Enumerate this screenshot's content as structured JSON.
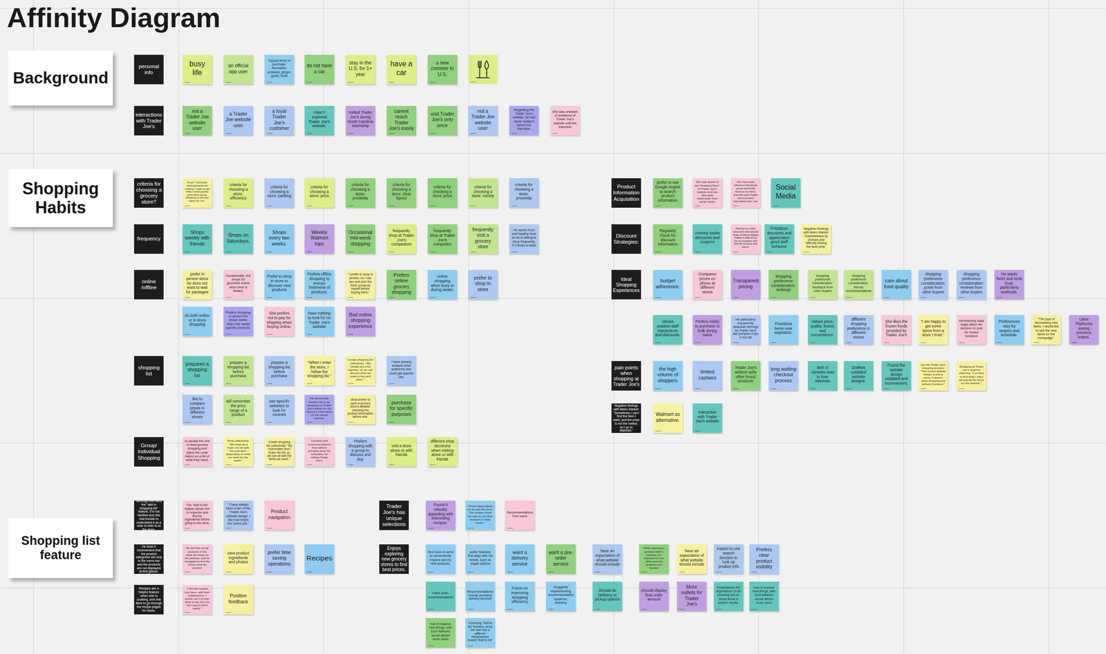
{
  "diagram": {
    "title": "Affinity Diagram",
    "nodes": [
      {
        "text": [
          "Background"
        ]
      },
      {
        "text": [
          "personal info"
        ]
      },
      {
        "text": [
          "busy life"
        ]
      },
      {
        "text": [
          "an official app user"
        ]
      },
      {
        "text": [
          "Typical items to purchase: Avocados, potatoes, ginger, garlic, fruits"
        ]
      },
      {
        "text": [
          "do not have a car"
        ]
      },
      {
        "text": [
          "stay in the U.S. for 1+ year"
        ]
      },
      {
        "text": [
          "have a car"
        ]
      },
      {
        "text": [
          "a new commer to U.S."
        ]
      },
      {
        "text": [
          "interactions with Trader Joe's"
        ]
      },
      {
        "text": [
          "not a Trader Joe website user"
        ]
      },
      {
        "text": [
          "a Trader Joe website user"
        ]
      },
      {
        "text": [
          "a loyal Trader Joe's customer"
        ]
      },
      {
        "text": [
          "Hasn't explored Trader Joe's website."
        ]
      },
      {
        "text": [
          "Visited Trader Joe's during North Carolina internship"
        ]
      },
      {
        "text": [
          "cannot reach Trader Joe's easily"
        ]
      },
      {
        "text": [
          "visit Trader Joe's only once"
        ]
      },
      {
        "text": [
          "not a Trader Joe website user"
        ]
      },
      {
        "text": [
          "Regarding the Trader Joe's website, he had never visited it before the interview."
        ]
      },
      {
        "text": [
          "She was unaware of existence of Trader Joe's website until the interview"
        ]
      },
      {
        "text": [
          "Shopping Habits"
        ]
      },
      {
        "text": [
          "criteria for choosing a grocery store?"
        ]
      },
      {
        "text": [
          "Food: \"I primarily need groceries for cooking. I want to get what I need quickly and return home, efficiency is the key factor for me.\""
        ]
      },
      {
        "text": [
          "criteria for choosing a store: efficiency"
        ]
      },
      {
        "text": [
          "criteria for choosing a store: parking"
        ]
      },
      {
        "text": [
          "criteria for choosing a store: price"
        ]
      },
      {
        "text": [
          "criteria for choosing a store: proximity"
        ]
      },
      {
        "text": [
          "criteria for choosing a store: clear layout"
        ]
      },
      {
        "text": [
          "criteria for choosing a store: price"
        ]
      },
      {
        "text": [
          "criteria for choosing a store: variety"
        ]
      },
      {
        "text": [
          "criteria for choosing a store: proximity"
        ]
      },
      {
        "text": [
          "frequency"
        ]
      },
      {
        "text": [
          "Shops weekly with friends"
        ]
      },
      {
        "text": [
          "Shops on Saturdays."
        ]
      },
      {
        "text": [
          "Shops every two weeks."
        ]
      },
      {
        "text": [
          "Weekly Walmart trips"
        ]
      },
      {
        "text": [
          "Occasional mid-week shopping"
        ]
      },
      {
        "text": [
          "frequently shop at Trader Joe's competitors"
        ]
      },
      {
        "text": [
          "frequently shop at Trader Joe's competitor"
        ]
      },
      {
        "text": [
          "frequently visit a grocery store"
        ]
      },
      {
        "text": [
          "He wants fresh and healthy food so he is willing to shop frequently, 2-3 times a week"
        ]
      },
      {
        "text": [
          "online /offline"
        ]
      },
      {
        "text": [
          "prefer in person since he does not want to wait for packages"
        ]
      },
      {
        "text": [
          "Occasionally, she shops for groceries online when time is limited."
        ]
      },
      {
        "text": [
          "Prefer to shop in store to discover new products"
        ]
      },
      {
        "text": [
          "Prefers offline shopping to ensure freshness of products."
        ]
      },
      {
        "text": [
          "\"I prefer to shop in person, so I can see and pick the fresh products myself before buying them.\""
        ]
      },
      {
        "text": [
          "Prefers online grocery shopping"
        ]
      },
      {
        "text": [
          "online shopping when busy or during winter."
        ]
      },
      {
        "text": [
          "prefer to shop in store"
        ]
      },
      {
        "text": [
          "do both online or in store shopping"
        ]
      },
      {
        "text": [
          "Prefers shopping in person but shops online when she needs specific products."
        ]
      },
      {
        "text": [
          "She prefers not to pay for shipping when buying online."
        ]
      },
      {
        "text": [
          "have nothing to look for on Trader Joe's website"
        ]
      },
      {
        "text": [
          "Bad online shopping experience"
        ]
      },
      {
        "text": [
          "shopping list"
        ]
      },
      {
        "text": [
          "prepares a shopping list"
        ]
      },
      {
        "text": [
          "prepare a shopping list before purchase"
        ]
      },
      {
        "text": [
          "prepare a shopping list before purchase"
        ]
      },
      {
        "text": [
          "\"When I enter the store, I follow the shopping list.\""
        ]
      },
      {
        "text": [
          "Create shopping list collectively: \"We usually put a list together, so we can discuss what we need to buy and when.\""
        ]
      },
      {
        "text": [
          "I have already analyze what platforms she could get specific info."
        ]
      },
      {
        "text": [
          "like to compare prices in different stores"
        ]
      },
      {
        "text": [
          "will remember the price range of a product"
        ]
      },
      {
        "text": [
          "use specific websites to look for reviews"
        ]
      },
      {
        "text": [
          "He will provide another list to go shopping on Trader Joe's based on the discount information on the official website."
        ]
      },
      {
        "text": [
          "What bother to open a grocery store's website: checking the product information before visit."
        ]
      },
      {
        "text": [
          "purchase for specific purposes"
        ]
      },
      {
        "text": [
          "Group/ Individual Shopping"
        ]
      },
      {
        "text": [
          "Is usually the one to lead grocery shopping and plans the route based on a list of what they need."
        ]
      },
      {
        "text": [
          "Shop collectively: \"We shop as a team, so we split the cost after, depending on what we need for the week.\""
        ]
      },
      {
        "text": [
          "Create shopping list collectively: \"My roommates and I share the list, so we can all add the items we need.\""
        ]
      },
      {
        "text": [
          "Curiosity and recommendations from others primarily drive his motivation for visiting Trader Joe's."
        ]
      },
      {
        "text": [
          "Prefers shopping with a group to discuss and buy"
        ]
      },
      {
        "text": [
          "visit a store alone or with friends"
        ]
      },
      {
        "text": [
          "different shop decisions when visiting alone or with friends"
        ]
      },
      {
        "text": [
          "Product Information Acquisition"
        ]
      },
      {
        "text": [
          "prefer to use Google engine to search product information"
        ]
      },
      {
        "text": [
          "She was drawn to the \"Fearless Flyer\" of Trader Joe's website and she also gets information from social media."
        ]
      },
      {
        "text": [
          "Her roommate follows a Facebook group and finds items to try there, and she gets Trader Joe's product information from her."
        ]
      },
      {
        "text": [
          "Social Media"
        ]
      },
      {
        "text": [
          "Discount Strategies:"
        ]
      },
      {
        "text": [
          "Regularly check for discount information"
        ]
      },
      {
        "text": [
          "Actively seeks discounts and coupons"
        ]
      },
      {
        "text": [
          "Having too many discounts and special deals at Metro Market makes it difficult for her to compare and find the product she wants."
        ]
      },
      {
        "text": [
          "Prioritizes discounts and appreciates good staff behavior"
        ]
      },
      {
        "text": [
          "Negative Feelings with Metro Market: Overwhelmed by choices and difficulty finding the best price."
        ]
      },
      {
        "text": [
          "Ideal Shopping Experiences"
        ]
      },
      {
        "text": [
          "budget adherence."
        ]
      },
      {
        "text": [
          "Compares prices on phone at different stores"
        ]
      },
      {
        "text": [
          "Transparent pricing"
        ]
      },
      {
        "text": [
          "shopping preference consideration: rankings"
        ]
      },
      {
        "text": [
          "shopping preference consideration: feedback from other buyers"
        ]
      },
      {
        "text": [
          "shopping preference consideration: friends recommendations"
        ]
      },
      {
        "text": [
          "care about food quality"
        ]
      },
      {
        "text": [
          "shopping preference consideration: posts from other buyers"
        ]
      },
      {
        "text": [
          "shopping preference consideration: reviews from other buyers"
        ]
      },
      {
        "text": [
          "He wants fresh and local food, particularly seafoods."
        ]
      },
      {
        "text": [
          "Values positive staff interactions and discounts."
        ]
      },
      {
        "text": [
          "Prefers Ability to purchase in bulk during sales"
        ]
      },
      {
        "text": [
          "He particularly enjoyed the seasonal offerings by Trader Joe's like pumpkin chips in the fall"
        ]
      },
      {
        "text": [
          "Prioritizes items near expiration."
        ]
      },
      {
        "text": [
          "Values price, quality, brand, and convenience."
        ]
      },
      {
        "text": [
          "different shopping preference in different stores"
        ]
      },
      {
        "text": [
          "She likes the frozen foods provided by Trader Joe's"
        ]
      },
      {
        "text": [
          "\"I am happy to get some items from a store I trust.\""
        ]
      },
      {
        "text": [
          "membership base might affect her decision to look for review functions"
        ]
      },
      {
        "text": [
          "Preferences vary by season and schedule."
        ]
      },
      {
        "text": [
          "\"The joys of discovering new items, I would like to see the new items on the homepage.\""
        ]
      },
      {
        "text": [
          "Likes Platforms saving previous orders."
        ]
      },
      {
        "text": [
          "pain points when shopping at Trader Joe's"
        ]
      },
      {
        "text": [
          "the high volume of shoppers"
        ]
      },
      {
        "text": [
          "limited cashiers"
        ]
      },
      {
        "text": [
          "Trader Joe's seldom sells other brand products"
        ]
      },
      {
        "text": [
          "long waiting checkout process"
        ]
      },
      {
        "text": [
          "lack of varieties lead to lose interests"
        ]
      },
      {
        "text": [
          "Dislikes outdated website designs."
        ]
      },
      {
        "text": [
          "Found the website design outdated and inconvenient."
        ]
      },
      {
        "text": [
          "Get the Trader Joe's shopping process: \"The current website design is only a menu, it doesn't show shopping and delivery functions.\""
        ]
      },
      {
        "text": [
          "Shopping at Trader Joe's requires planning: \"It is hard to find what I want among all the items on the website.\""
        ]
      },
      {
        "text": [
          "Negative feelings with Metro Market: \"Sometimes I can't find the item I want, and the price is not the lowest, so I go to Walmart.\""
        ]
      },
      {
        "text": [
          "Walmart as alternative."
        ]
      },
      {
        "text": [
          "Interaction with Trader Joe's website"
        ]
      },
      {
        "text": [
          "Shopping list feature"
        ]
      },
      {
        "text": [
          "Although she liked the \"add to shopping list\" feature, it is not intuitive and she had trouble to understand it as a note to refer to at the store."
        ]
      },
      {
        "text": [
          "The \"Add to list\" feature allows him to organize and find his ingredients before going to the store."
        ]
      },
      {
        "text": [
          "\"I have always been a fan of the Trader Joe's website design. I like how bright the colors are.\""
        ]
      },
      {
        "text": [
          "Product navigation"
        ]
      },
      {
        "text": [
          "He finds it inconvenient that the product categories are only in the menu bar and the products are not displayed at first glance."
        ]
      },
      {
        "text": [
          "He felt that not all products in the store are listed on the website, and he struggled to find the frozen food he wanted."
        ]
      },
      {
        "text": [
          "view product ingredients and photos"
        ]
      },
      {
        "text": [
          "prefer time saving operations"
        ]
      },
      {
        "text": [
          "Recipes"
        ]
      },
      {
        "text": [
          "Recipes are a helpful feature when she is cooking, and she likes to go through the recipe pages for ideas."
        ]
      },
      {
        "text": [
          "\"I like the recipes you have, with their cooking time. I would use it to plan what to eat, but you can't get to them easily.\""
        ]
      },
      {
        "text": [
          "Positive feedback"
        ]
      },
      {
        "text": [
          "Trader Joe's has unique selections"
        ]
      },
      {
        "text": [
          "Found it visually appealing with interesting recipes."
        ]
      },
      {
        "text": [
          "\"These ideas attract me to visit the store. The recipes show me how to use their products in daily meals.\""
        ]
      },
      {
        "text": [
          "Recommendations from users"
        ]
      },
      {
        "text": [
          "Enjoys exploring new grocery stores to find best prices."
        ]
      },
      {
        "text": [
          "She loves to aims to conveniently explore and try new products."
        ]
      },
      {
        "text": [
          "prefer features that align with his needs, such as vegan options"
        ]
      },
      {
        "text": [
          "want a delivery service"
        ]
      },
      {
        "text": [
          "want a pre-order service"
        ]
      },
      {
        "text": [
          "have an expectation of what website should include"
        ]
      },
      {
        "text": [
          "When opening a grocery store's website, he expected to see offers and the products are located"
        ]
      },
      {
        "text": [
          "have an expectation of what website should include"
        ]
      },
      {
        "text": [
          "expect to use search function to look up product info"
        ]
      },
      {
        "text": [
          "Prefers clear product visibility"
        ]
      },
      {
        "text": [
          "Likes auto-recommendation"
        ]
      },
      {
        "text": [
          "Recommendations include providing delivery services"
        ]
      },
      {
        "text": [
          "Focus on improving shopping efficiency"
        ]
      },
      {
        "text": [
          "Suggests implementing recommendation systems, delivery"
        ]
      },
      {
        "text": [
          "Should do Delivery or pickup options"
        ]
      },
      {
        "text": [
          "Should display final order amount"
        ]
      },
      {
        "text": [
          "More outlets for Trader Joe's"
        ]
      },
      {
        "text": [
          "Emphasizes the importance of not showing out-of-stock items in search results."
        ]
      },
      {
        "text": [
          "how to explore new things, with such features would attract more users"
        ]
      },
      {
        "text": [
          "how to explore new things, with such features would attract more users"
        ]
      },
      {
        "text": [
          "Confusing \"Add to list\" function, since the user has a different interpretation toward \"Add to list\""
        ]
      }
    ]
  }
}
